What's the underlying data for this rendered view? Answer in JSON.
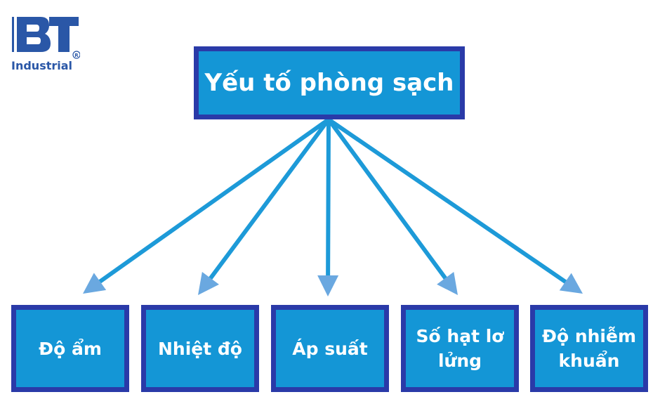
{
  "logo": {
    "mark": "BT",
    "registered": "®",
    "text": "Industrial",
    "color": "#2a57a7"
  },
  "colors": {
    "box_fill": "#1496d6",
    "box_border": "#2a3aa8",
    "connector": "#1d9ad8",
    "arrowhead": "#6aa8e0"
  },
  "diagram": {
    "root": {
      "label": "Yếu tố phòng sạch"
    },
    "children": [
      {
        "label": "Độ ẩm"
      },
      {
        "label": "Nhiệt độ"
      },
      {
        "label": "Áp suất"
      },
      {
        "label": "Số hạt lơ lửng"
      },
      {
        "label": "Độ nhiễm khuẩn"
      }
    ]
  }
}
